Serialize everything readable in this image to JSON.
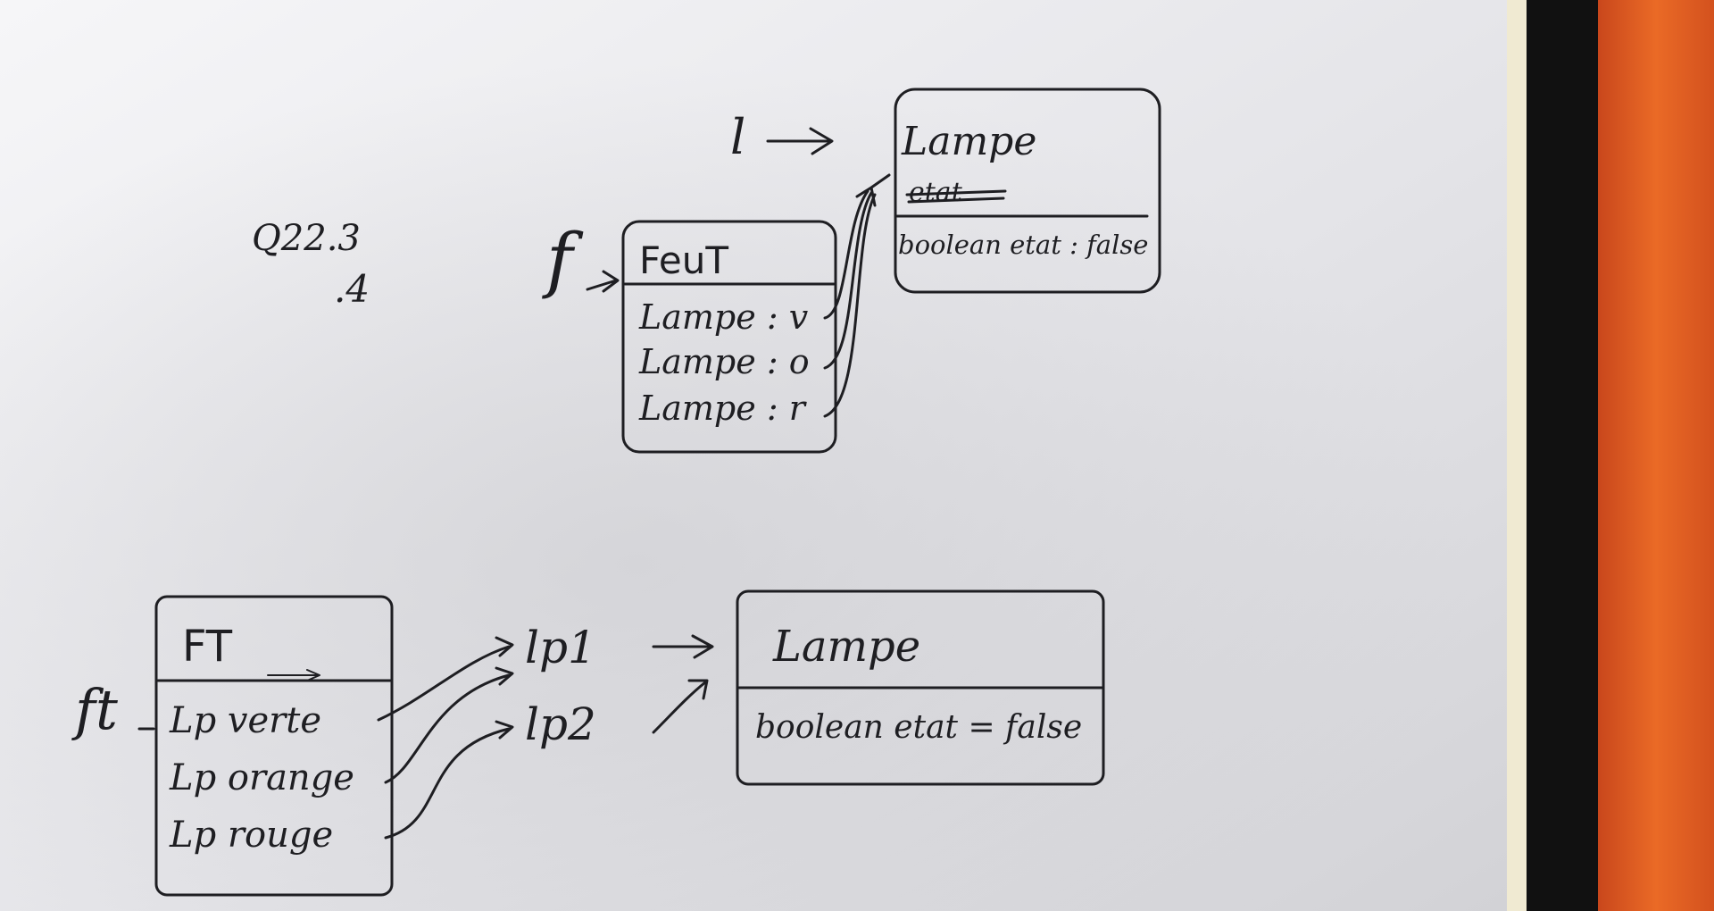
{
  "question": {
    "label": "Q22.3",
    "sub": ".4"
  },
  "diagram_top": {
    "var_l": "l",
    "var_f": "f",
    "class_lampe": {
      "name": "Lampe",
      "struck_field": "etat",
      "field": "boolean etat : false"
    },
    "class_feut": {
      "name": "FeuT",
      "fields": [
        "Lampe : v",
        "Lampe : o",
        "Lampe : r"
      ]
    }
  },
  "diagram_bottom": {
    "var_ft": "ft",
    "class_ft": {
      "name": "FT",
      "fields": [
        "Lp verte",
        "Lp orange",
        "Lp rouge"
      ]
    },
    "refs": [
      "lp1",
      "lp2"
    ],
    "class_lampe": {
      "name": "Lampe",
      "field": "boolean etat = false"
    }
  },
  "colors": {
    "ink": "#1e1e22",
    "paper": "#ffffff",
    "binder": "#111111",
    "background_right": "#e45d22"
  }
}
